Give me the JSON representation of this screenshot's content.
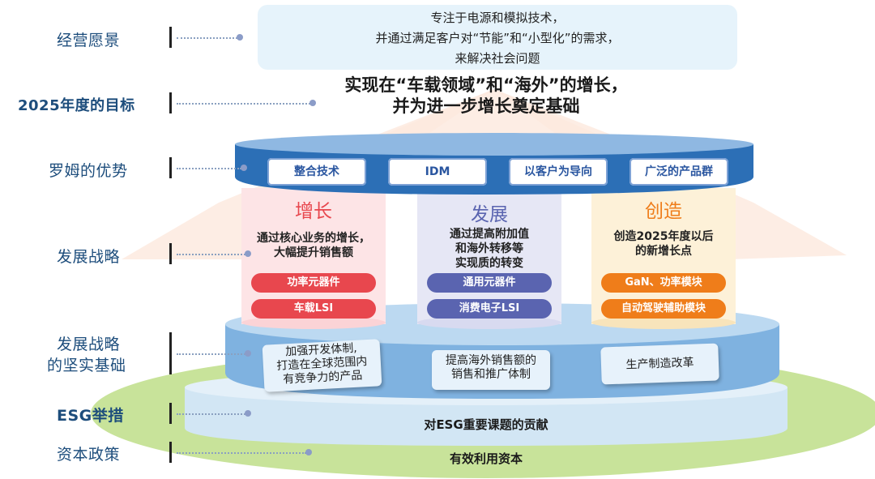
{
  "left_labels": {
    "vision": "经营愿景",
    "goal_2025": "2025年度的目标",
    "advantage": "罗姆的优势",
    "strategy": "发展战略",
    "foundation_l1": "发展战略",
    "foundation_l2": "的坚实基础",
    "esg": "ESG举措",
    "capital": "资本政策"
  },
  "vision": {
    "line1": "专注于电源和模拟技术，",
    "line2": "并通过满足客户对“节能”和“小型化”的需求，",
    "line3": "来解决社会问题"
  },
  "goal": {
    "line1": "实现在“车载领域”和“海外”的增长，",
    "line2": "并为进一步增长奠定基础"
  },
  "advantages": [
    "整合技术",
    "IDM",
    "以客户为导向",
    "广泛的产品群"
  ],
  "strategy_columns": [
    {
      "title": "增长",
      "desc": [
        "通过核心业务的增长，",
        "大幅提升销售额"
      ],
      "pills": [
        "功率元器件",
        "车载LSI"
      ],
      "color": "#e8474e"
    },
    {
      "title": "发展",
      "desc": [
        "通过提高附加值",
        "和海外转移等",
        "实现质的转变"
      ],
      "pills": [
        "通用元器件",
        "消费电子LSI"
      ],
      "color": "#5a64b0"
    },
    {
      "title": "创造",
      "desc": [
        "创造2025年度以后",
        "的新增长点"
      ],
      "pills": [
        "GaN、功率模块",
        "自动驾驶辅助模块"
      ],
      "color": "#ef7d1a"
    }
  ],
  "foundation": [
    [
      "加强开发体制,",
      "打造在全球范围内",
      "有竞争力的产品"
    ],
    [
      "提高海外销售额的",
      "销售和推广体制"
    ],
    [
      "生产制造改革"
    ]
  ],
  "esg_text": "对ESG重要课题的贡献",
  "capital_text": "有效利用资本",
  "colors": {
    "label_blue": "#1d4d7c",
    "ring_blue": "#2d72b8",
    "foundation_blue": "#8fbde6",
    "esg_band": "#c9e2f3",
    "capital_green": "#c8e39a"
  }
}
